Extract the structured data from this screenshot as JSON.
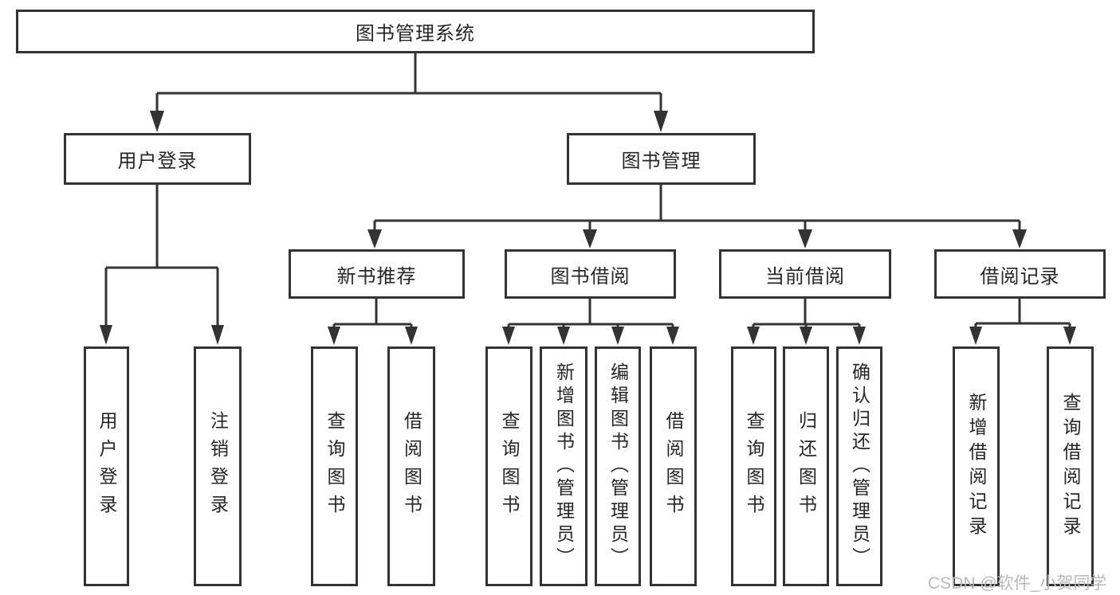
{
  "tree": {
    "label": "图书管理系统",
    "children": [
      {
        "label": "用户登录",
        "children": [
          {
            "label": "用户登录"
          },
          {
            "label": "注销登录"
          }
        ]
      },
      {
        "label": "图书管理",
        "children": [
          {
            "label": "新书推荐",
            "children": [
              {
                "label": "查询图书"
              },
              {
                "label": "借阅图书"
              }
            ]
          },
          {
            "label": "图书借阅",
            "children": [
              {
                "label": "查询图书"
              },
              {
                "label": "新增图书（管理员）"
              },
              {
                "label": "编辑图书（管理员）"
              },
              {
                "label": "借阅图书"
              }
            ]
          },
          {
            "label": "当前借阅",
            "children": [
              {
                "label": "查询图书"
              },
              {
                "label": "归还图书"
              },
              {
                "label": "确认归还（管理员）"
              }
            ]
          },
          {
            "label": "借阅记录",
            "children": [
              {
                "label": "新增借阅记录"
              },
              {
                "label": "查询借阅记录"
              }
            ]
          }
        ]
      }
    ]
  },
  "watermark": {
    "text": "CSDN @软件_小贺同学",
    "color": "#b9b9b9"
  },
  "colors": {
    "line": "#333333",
    "text": "#262626",
    "background": "#ffffff"
  }
}
